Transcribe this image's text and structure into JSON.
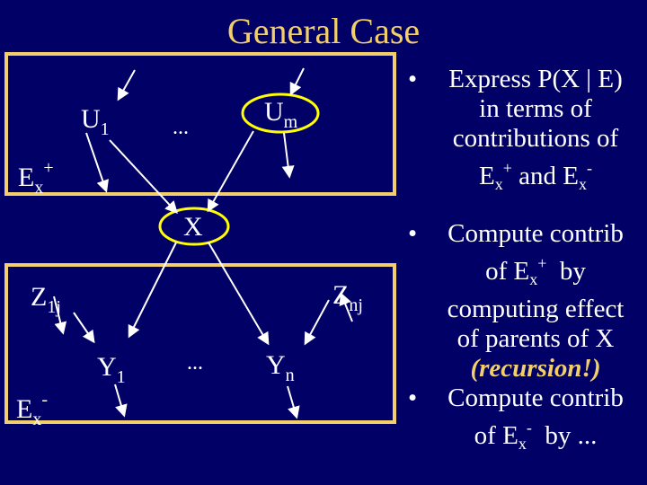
{
  "title": "General Case",
  "colors": {
    "background": "#000066",
    "accent": "#f2cf6b",
    "highlight": "#ffff00",
    "line": "#ffffff"
  },
  "nodes": {
    "u1": {
      "main": "U",
      "sub": "1"
    },
    "dots_top": "...",
    "um": {
      "main": "U",
      "sub": "m"
    },
    "ex_plus": {
      "main": "E",
      "sub": "x",
      "sup": "+"
    },
    "x": "X",
    "z1j": {
      "main": "Z",
      "sub": "1j"
    },
    "znj": {
      "main": "Z",
      "sub": "nj"
    },
    "y1": {
      "main": "Y",
      "sub": "1"
    },
    "dots_bottom": "...",
    "yn": {
      "main": "Y",
      "sub": "n"
    },
    "ex_minus": {
      "main": "E",
      "sub": "x",
      "sup": "-"
    }
  },
  "bullets": {
    "mark": "•",
    "b1": {
      "line1": "Express P(X | E)",
      "line2": "in terms of",
      "line3": "contributions of",
      "e1": "E",
      "e1_sub": "x",
      "e1_sup": "+",
      "and": " and ",
      "e2": "E",
      "e2_sub": "x",
      "e2_sup": "-"
    },
    "b2": {
      "line1": "Compute contrib",
      "of": "of ",
      "e": "E",
      "e_sub": "x",
      "e_sup": "+",
      "by": "  by",
      "line3": "computing effect",
      "line4": "of parents of X",
      "line5": "(recursion!)"
    },
    "b3": {
      "line1": "Compute contrib",
      "of": "of ",
      "e": "E",
      "e_sub": "x",
      "e_sup": "-",
      "by": "  by ..."
    }
  }
}
